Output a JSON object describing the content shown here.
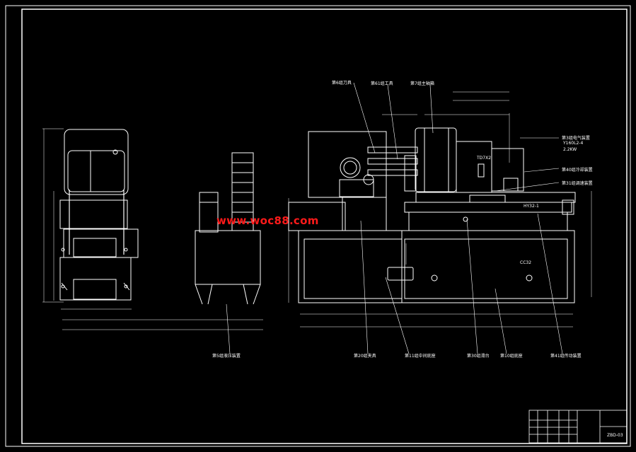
{
  "watermark": "www.woc88.com",
  "parts": {
    "cutter_assembly": "第6组刀具",
    "tooling": "第61组工具",
    "spindle_box": "第7组主轴箱",
    "electrical": "第3组电气装置",
    "motor_model": "Y160L2-4",
    "motor_power": "2.2KW",
    "cooling": "第40组冷却装置",
    "coupling": "第31组调速装置",
    "hydraulic": "第5组液压装置",
    "fixture": "第20组夹具",
    "middle_base": "第11组中间底座",
    "slide_table": "第30组滑台",
    "side_base": "第10组底座",
    "drive": "第41组传动装置"
  },
  "model_labels": {
    "head": "TD7X2",
    "table": "HY32-1",
    "base": "CC32"
  },
  "title_block": {
    "drawing_no": "ZBD-03"
  }
}
